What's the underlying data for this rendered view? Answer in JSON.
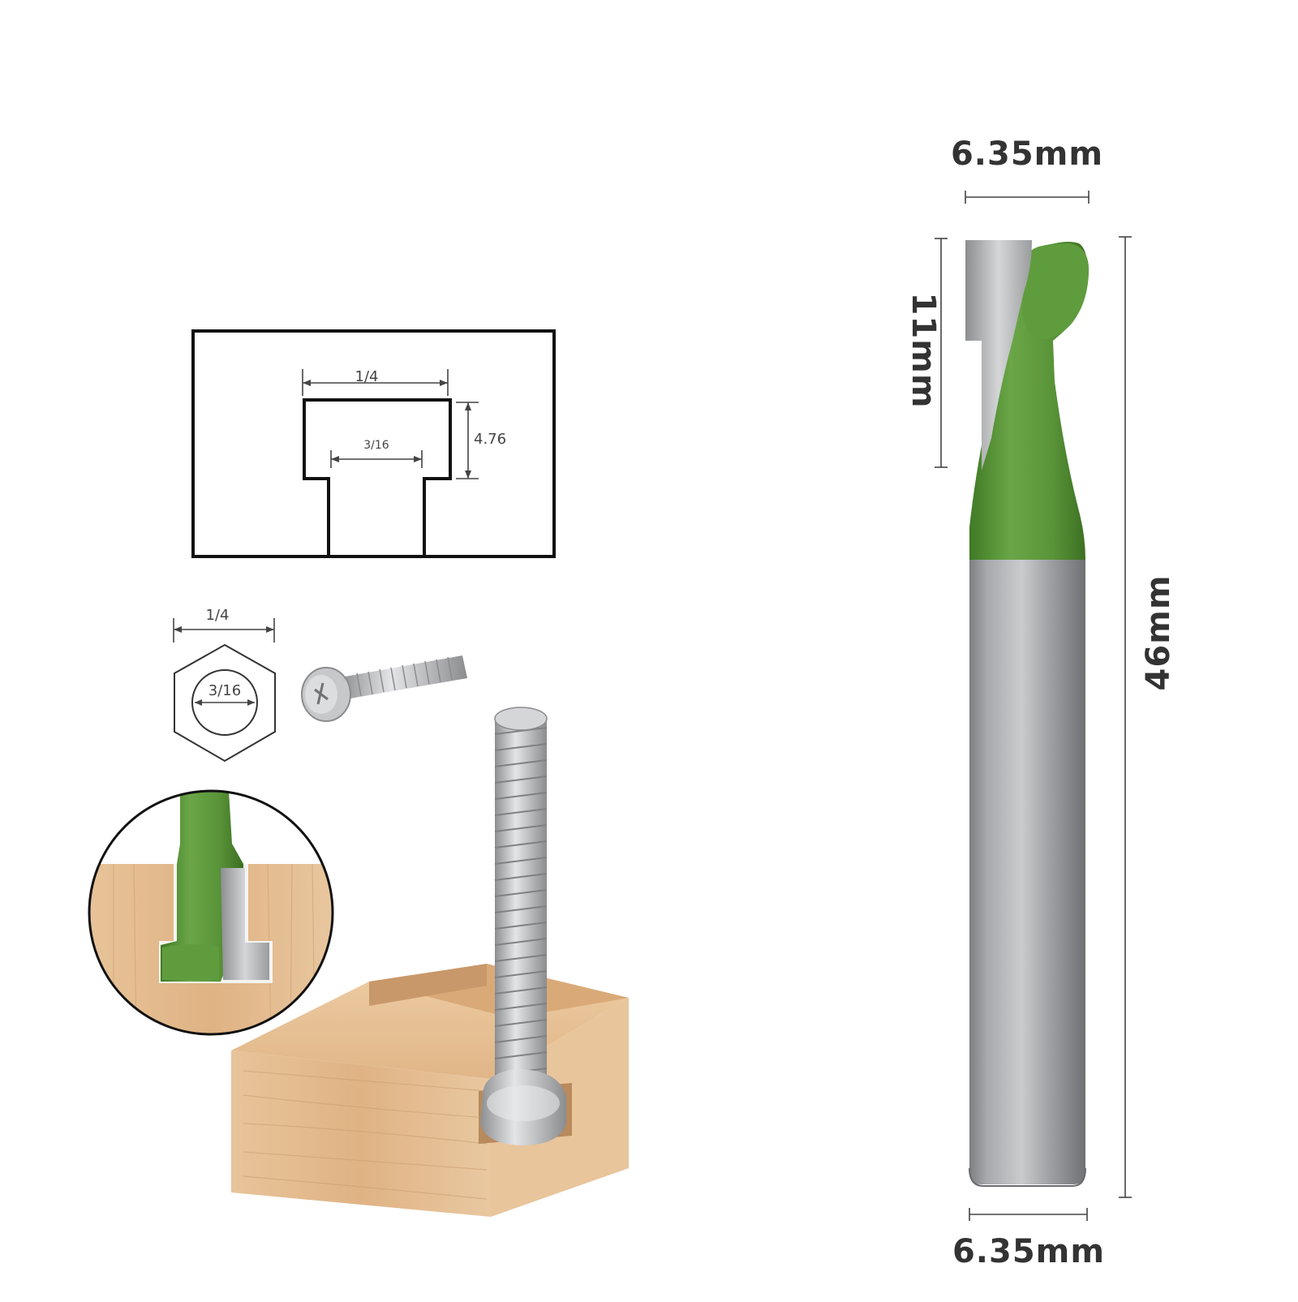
{
  "bit_dimensions": {
    "cutter_width": "6.35mm",
    "cutter_height": "11mm",
    "overall_length": "46mm",
    "shank_diameter": "6.35mm"
  },
  "slot_diagram": {
    "top_width": "1/4",
    "depth": "4.76",
    "neck_width": "3/16"
  },
  "screw_head_diagram": {
    "head_width": "1/4",
    "shank_width": "3/16"
  },
  "colors": {
    "cutter_green": "#5e9a3c",
    "shank_silver": "#a9abad",
    "wood": "#e2b98c",
    "outline": "#111111",
    "dimension_line": "#444444"
  }
}
